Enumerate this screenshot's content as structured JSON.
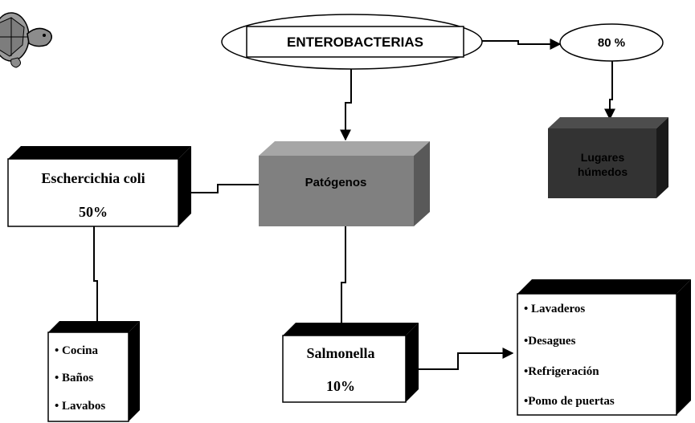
{
  "nodes": {
    "enterobacterias": {
      "label": "ENTEROBACTERIAS"
    },
    "percent_80": {
      "label": "80 %"
    },
    "lugares_humedos": {
      "line1": "Lugares",
      "line2": "húmedos"
    },
    "patogenos": {
      "label": "Patógenos"
    },
    "escherichia": {
      "name": "Eschercichia coli",
      "percent": "50%"
    },
    "salmonella": {
      "name": "Salmonella",
      "percent": "10%"
    },
    "coli_places": {
      "items": [
        "• Cocina",
        "• Baños",
        "• Lavabos"
      ]
    },
    "salmonella_places": {
      "items": [
        "• Lavaderos",
        "•Desagues",
        "•Refrigeración",
        "•Pomo de puertas"
      ]
    }
  },
  "colors": {
    "dark_box": "#333333",
    "gray_box": "#808080",
    "black": "#000000",
    "white": "#ffffff"
  },
  "icons": {
    "corner_clipart": "turtle-icon"
  }
}
